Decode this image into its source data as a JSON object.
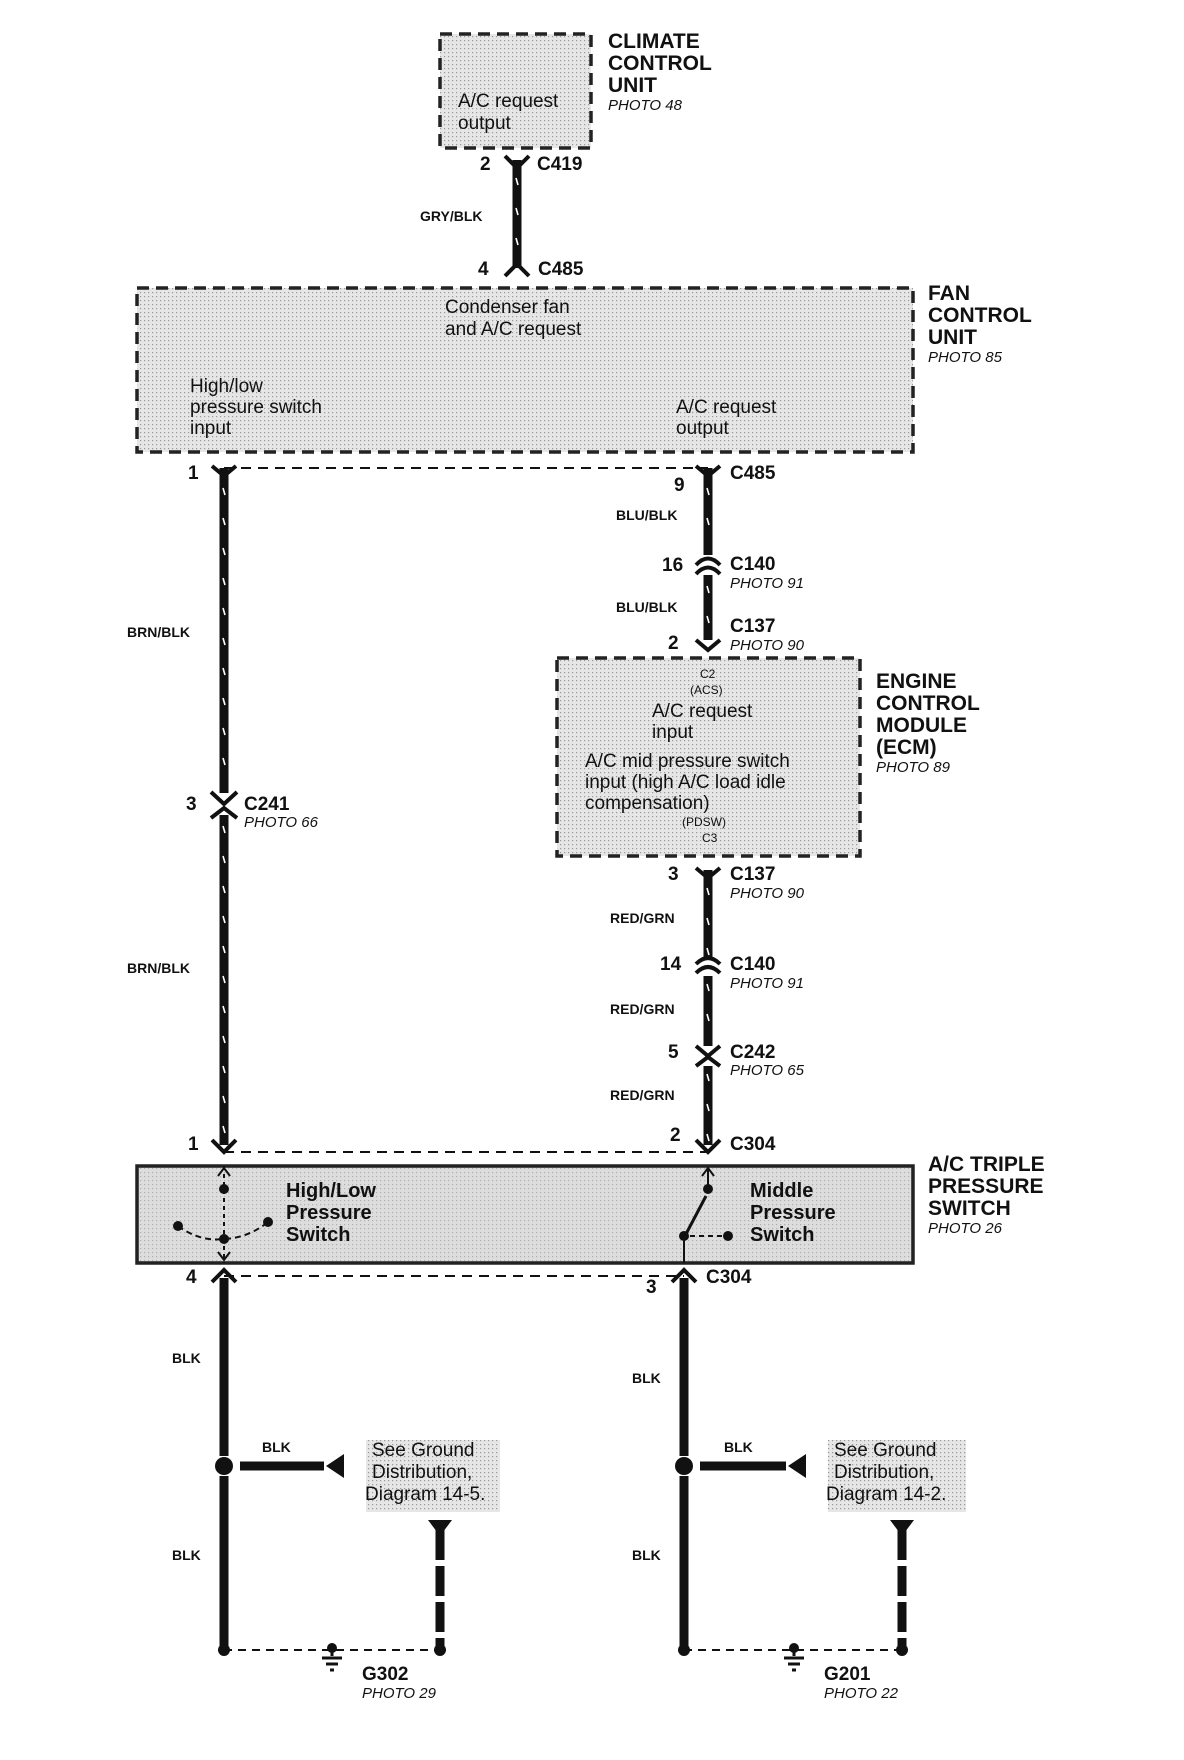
{
  "climate_control_unit": {
    "name_lines": [
      "CLIMATE",
      "CONTROL",
      "UNIT"
    ],
    "photo": "PHOTO 48",
    "output_lines": [
      "A/C request",
      "output"
    ],
    "pin": "2",
    "connector": "C419"
  },
  "wire_gry_blk": "GRY/BLK",
  "fan_control_unit": {
    "top_pin": "4",
    "top_connector": "C485",
    "name_lines": [
      "FAN",
      "CONTROL",
      "UNIT"
    ],
    "photo": "PHOTO 85",
    "function_lines": [
      "Condenser fan",
      "and A/C request"
    ],
    "left_lines": [
      "High/low",
      "pressure switch",
      "input"
    ],
    "right_lines": [
      "A/C request",
      "output"
    ],
    "left_pin": "1",
    "right_pin": "9",
    "right_connector": "C485"
  },
  "left_branch": {
    "wire_upper": "BRN/BLK",
    "c241_pin": "3",
    "c241": "C241",
    "c241_photo": "PHOTO 66",
    "wire_lower": "BRN/BLK",
    "switch_pin": "1"
  },
  "right_branch": {
    "wire_1": "BLU/BLK",
    "c140_pin_a": "16",
    "c140_a": "C140",
    "c140_a_photo": "PHOTO 91",
    "wire_2": "BLU/BLK",
    "c137_pin_a": "2",
    "c137_a": "C137",
    "c137_a_photo": "PHOTO 90",
    "c137_pin_b": "3",
    "c137_b": "C137",
    "c137_b_photo": "PHOTO 90",
    "wire_3": "RED/GRN",
    "c140_pin_b": "14",
    "c140_b": "C140",
    "c140_b_photo": "PHOTO 91",
    "wire_4": "RED/GRN",
    "c242_pin": "5",
    "c242": "C242",
    "c242_photo": "PHOTO 65",
    "wire_5": "RED/GRN",
    "switch_pin": "2",
    "switch_connector": "C304"
  },
  "ecm": {
    "name_lines": [
      "ENGINE",
      "CONTROL",
      "MODULE",
      "(ECM)"
    ],
    "photo": "PHOTO 89",
    "top_terminal": "C2",
    "top_code": "(ACS)",
    "input1_lines": [
      "A/C request",
      "input"
    ],
    "input2_lines": [
      "A/C mid pressure switch",
      "input (high A/C load idle",
      "compensation)"
    ],
    "bottom_code": "(PDSW)",
    "bottom_terminal": "C3"
  },
  "triple_switch": {
    "name_lines": [
      "A/C TRIPLE",
      "PRESSURE",
      "SWITCH"
    ],
    "photo": "PHOTO 26",
    "high_low_lines": [
      "High/Low",
      "Pressure",
      "Switch"
    ],
    "middle_lines": [
      "Middle",
      "Pressure",
      "Switch"
    ],
    "bottom_left_pin": "4",
    "bottom_right_pin": "3",
    "bottom_connector": "C304"
  },
  "ground_left": {
    "wire_upper": "BLK",
    "wire_branch": "BLK",
    "wire_lower": "BLK",
    "see_lines": [
      "See Ground",
      "Distribution,",
      "Diagram 14-5."
    ],
    "ground_id": "G302",
    "photo": "PHOTO 29"
  },
  "ground_right": {
    "wire_upper": "BLK",
    "wire_branch": "BLK",
    "wire_lower": "BLK",
    "see_lines": [
      "See Ground",
      "Distribution,",
      "Diagram 14-2."
    ],
    "ground_id": "G201",
    "photo": "PHOTO 22"
  },
  "colors": {
    "ink": "#111111",
    "box_fill": "#e4e4e4",
    "switch_fill": "#d6d6d6",
    "background": "#ffffff"
  }
}
